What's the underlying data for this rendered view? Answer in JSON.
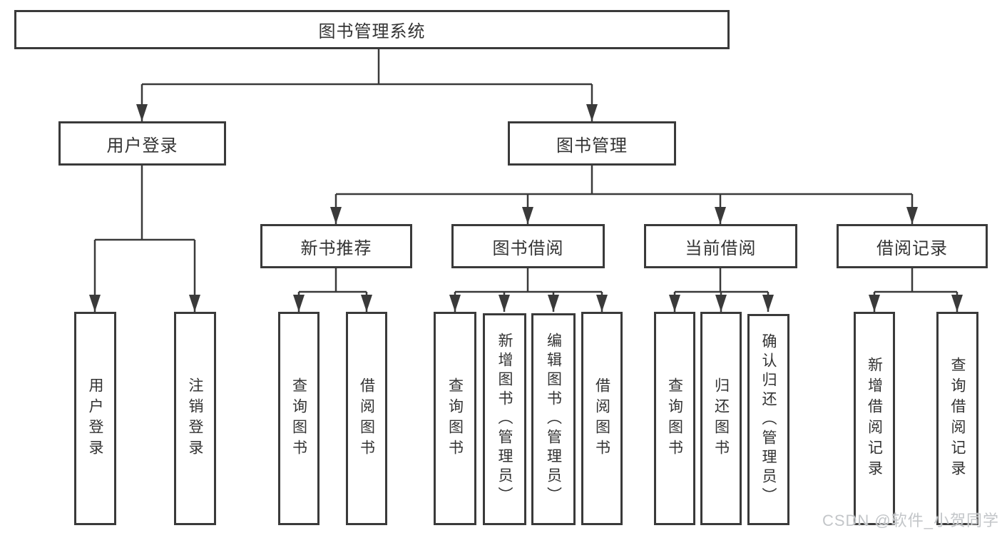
{
  "diagram": {
    "root": {
      "label": "图书管理系统"
    },
    "level2": [
      {
        "label": "用户登录",
        "children": [
          {
            "label": "用户登录"
          },
          {
            "label": "注销登录"
          }
        ]
      },
      {
        "label": "图书管理",
        "sections": [
          {
            "label": "新书推荐",
            "children": [
              {
                "label": "查询图书"
              },
              {
                "label": "借阅图书"
              }
            ]
          },
          {
            "label": "图书借阅",
            "children": [
              {
                "label": "查询图书"
              },
              {
                "label": "新增图书（管理员）"
              },
              {
                "label": "编辑图书（管理员）"
              },
              {
                "label": "借阅图书"
              }
            ]
          },
          {
            "label": "当前借阅",
            "children": [
              {
                "label": "查询图书"
              },
              {
                "label": "归还图书"
              },
              {
                "label": "确认归还（管理员）"
              }
            ]
          },
          {
            "label": "借阅记录",
            "children": [
              {
                "label": "新增借阅记录"
              },
              {
                "label": "查询借阅记录"
              }
            ]
          }
        ]
      }
    ],
    "watermark": "CSDN @软件_小贺同学",
    "colors": {
      "line": "#3a3a3a",
      "box_border": "#3a3a3a",
      "text": "#333333",
      "background": "#ffffff",
      "watermark": "#c3c6c9"
    }
  }
}
